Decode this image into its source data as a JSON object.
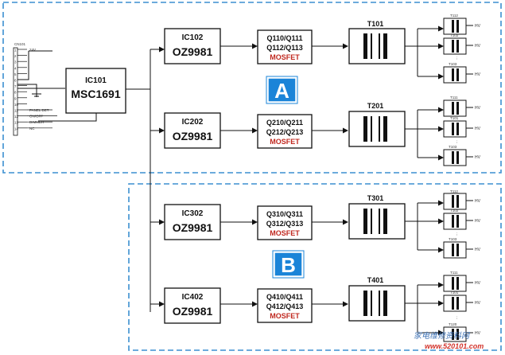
{
  "controller": {
    "ref": "IC101",
    "part": "MSC1691"
  },
  "connector": {
    "ref": "CN101",
    "pins": [
      {
        "num": "1",
        "label": "24V"
      },
      {
        "num": "2",
        "label": ""
      },
      {
        "num": "3",
        "label": ""
      },
      {
        "num": "4",
        "label": ""
      },
      {
        "num": "5",
        "label": ""
      },
      {
        "num": "6",
        "label": ""
      },
      {
        "num": "7",
        "label": ""
      },
      {
        "num": "8",
        "label": ""
      },
      {
        "num": "9",
        "label": ""
      },
      {
        "num": "10",
        "label": ""
      },
      {
        "num": "11",
        "label": "PANEL DET"
      },
      {
        "num": "12",
        "label": "ON/OFF"
      },
      {
        "num": "13",
        "label": "DIMMER"
      },
      {
        "num": "14",
        "label": "NC"
      }
    ]
  },
  "groups": [
    {
      "id": "A",
      "label": "A"
    },
    {
      "id": "B",
      "label": "B"
    }
  ],
  "channels": [
    {
      "ic_ref": "IC102",
      "ic_part": "OZ9981",
      "mosfet_line1": "Q110/Q111",
      "mosfet_line2": "Q112/Q113",
      "mosfet_label": "MOSFET",
      "transformer": "T101",
      "outputs": [
        "T112",
        "T102",
        "T103"
      ],
      "hv": "HV"
    },
    {
      "ic_ref": "IC202",
      "ic_part": "OZ9981",
      "mosfet_line1": "Q210/Q211",
      "mosfet_line2": "Q212/Q213",
      "mosfet_label": "MOSFET",
      "transformer": "T201",
      "outputs": [
        "T111",
        "T101",
        "T103"
      ],
      "hv": "HV"
    },
    {
      "ic_ref": "IC302",
      "ic_part": "OZ9981",
      "mosfet_line1": "Q310/Q311",
      "mosfet_line2": "Q312/Q313",
      "mosfet_label": "MOSFET",
      "transformer": "T301",
      "outputs": [
        "T112",
        "T102",
        "T103"
      ],
      "hv": "HV"
    },
    {
      "ic_ref": "IC402",
      "ic_part": "OZ9981",
      "mosfet_line1": "Q410/Q411",
      "mosfet_line2": "Q412/Q413",
      "mosfet_label": "MOSFET",
      "transformer": "T401",
      "outputs": [
        "T111",
        "T101",
        "T120"
      ],
      "hv": "HV"
    }
  ],
  "watermark": {
    "text": "家电维修资料网",
    "url": "www.520101.com"
  },
  "colors": {
    "group_border": "#3b8fd0",
    "badge_fill": "#1b84d8",
    "badge_stroke": "#ffffff",
    "mosfet_text": "#c0281f",
    "line": "#111111"
  }
}
